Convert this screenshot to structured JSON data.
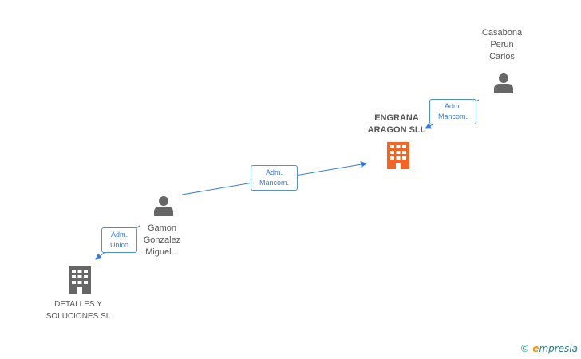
{
  "nodes": {
    "casabona": {
      "type": "person",
      "lines": [
        "Casabona",
        "Perun",
        "Carlos"
      ]
    },
    "engrana": {
      "type": "company",
      "lines": [
        "ENGRANA",
        "ARAGON SLL"
      ],
      "color": "#f26522"
    },
    "gamon": {
      "type": "person",
      "lines": [
        "Gamon",
        "Gonzalez",
        "Miguel..."
      ]
    },
    "detalles": {
      "type": "company",
      "lines": [
        "DETALLES Y",
        "SOLUCIONES SL"
      ],
      "color": "#666666"
    }
  },
  "edges": {
    "casabona_engrana": {
      "label": [
        "Adm.",
        "Mancom."
      ]
    },
    "gamon_engrana": {
      "label": [
        "Adm.",
        "Mancom."
      ]
    },
    "gamon_detalles": {
      "label": [
        "Adm.",
        "Unico"
      ]
    }
  },
  "colors": {
    "edge": "#3a7bd5",
    "person_icon": "#666666"
  },
  "watermark": {
    "copyright": "©",
    "brand_e": "e",
    "brand_rest": "mpresia"
  }
}
